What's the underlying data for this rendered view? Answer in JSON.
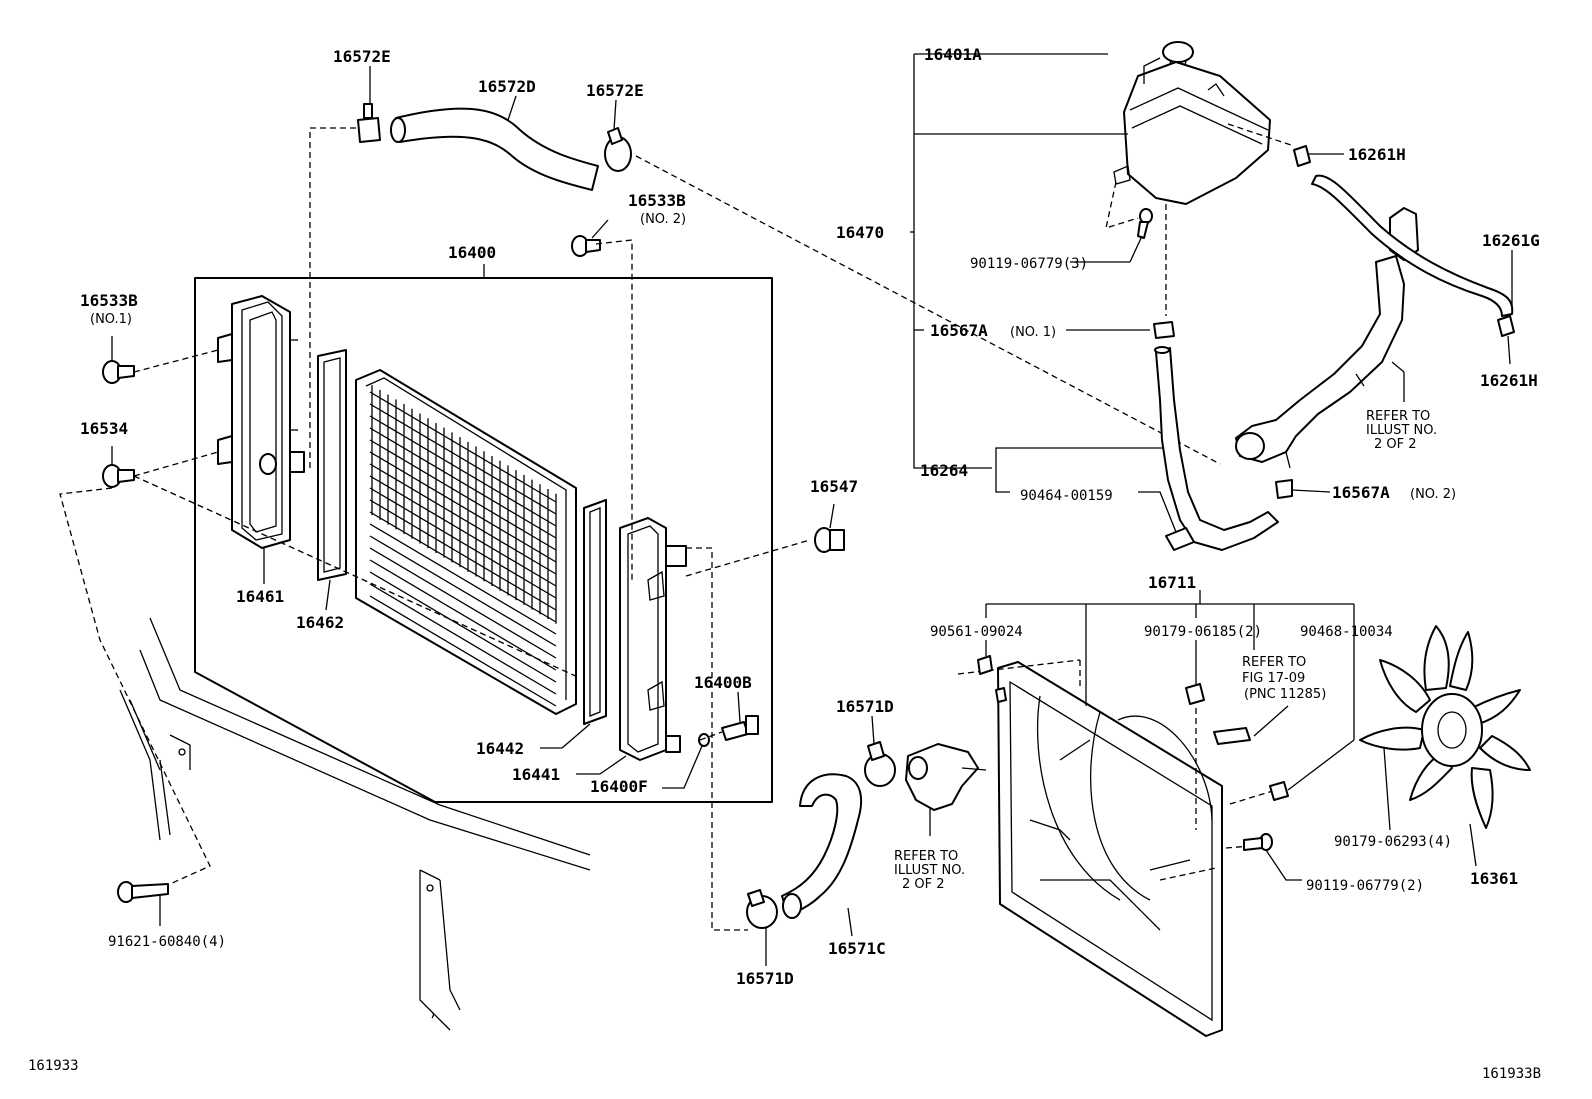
{
  "labels": {
    "p16572E_a": "16572E",
    "p16572D": "16572D",
    "p16572E_b": "16572E",
    "p16533B_no2": "16533B",
    "p16533B_no2_sub": "(NO. 2)",
    "p16400": "16400",
    "p16533B_no1": "16533B",
    "p16533B_no1_sub": "(NO.1)",
    "p16534": "16534",
    "p16461": "16461",
    "p16462": "16462",
    "p16442": "16442",
    "p16441": "16441",
    "p16400F": "16400F",
    "p16400B": "16400B",
    "p16547": "16547",
    "p16571D_a": "16571D",
    "p16571D_b": "16571D",
    "p16571C": "16571C",
    "p91621": "91621-60840(4)",
    "p16401A": "16401A",
    "p16470": "16470",
    "p90119_3": "90119-06779(3)",
    "p16567A_no1": "16567A",
    "p16567A_no1_sub": "(NO. 1)",
    "p16264": "16264",
    "p90464": "90464-00159",
    "p16567A_no2": "16567A",
    "p16567A_no2_sub": "(NO. 2)",
    "p16261H_a": "16261H",
    "p16261G": "16261G",
    "p16261H_b": "16261H",
    "p16711": "16711",
    "p90561": "90561-09024",
    "p90179_2": "90179-06185(2)",
    "p90468": "90468-10034",
    "p90179_4": "90179-06293(4)",
    "p16361": "16361",
    "p90119_2": "90119-06779(2)"
  },
  "notes": {
    "refer_illust_top": [
      "REFER TO",
      "ILLUST NO.",
      "2 OF 2"
    ],
    "refer_illust_bottom": [
      "REFER TO",
      "ILLUST NO.",
      "2 OF 2"
    ],
    "refer_fig": [
      "REFER TO",
      "FIG 17-09",
      "(PNC 11285)"
    ]
  },
  "footer": {
    "left_code": "161933",
    "right_code": "161933B"
  }
}
